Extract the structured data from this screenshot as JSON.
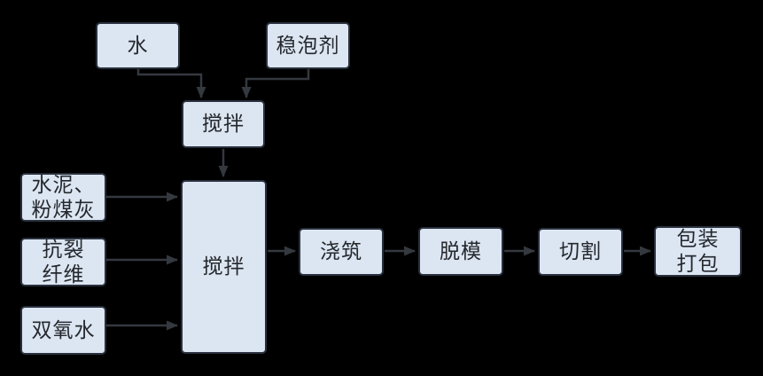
{
  "diagram": {
    "type": "flowchart",
    "background_color": "#000000",
    "node_fill_color": "#dce6f2",
    "node_border_color": "#29303d",
    "arrow_color": "#34383f",
    "text_color": "#25282d",
    "nodes": {
      "water": {
        "label": "水"
      },
      "foam_stabilizer": {
        "label": "稳泡剂"
      },
      "premix": {
        "label": "搅拌"
      },
      "main_mix": {
        "label": "搅拌"
      },
      "cement_flyash": {
        "label": "水泥、\n粉煤灰"
      },
      "anticrack_fiber": {
        "label": "抗裂\n纤维"
      },
      "hydrogen_peroxide": {
        "label": "双氧水"
      },
      "pouring": {
        "label": "浇筑"
      },
      "demolding": {
        "label": "脱模"
      },
      "cutting": {
        "label": "切割"
      },
      "packing": {
        "label": "包装\n打包"
      }
    },
    "edges": [
      {
        "from": "water",
        "to": "premix"
      },
      {
        "from": "foam_stabilizer",
        "to": "premix"
      },
      {
        "from": "premix",
        "to": "main_mix"
      },
      {
        "from": "cement_flyash",
        "to": "main_mix"
      },
      {
        "from": "anticrack_fiber",
        "to": "main_mix"
      },
      {
        "from": "hydrogen_peroxide",
        "to": "main_mix"
      },
      {
        "from": "main_mix",
        "to": "pouring"
      },
      {
        "from": "pouring",
        "to": "demolding"
      },
      {
        "from": "demolding",
        "to": "cutting"
      },
      {
        "from": "cutting",
        "to": "packing"
      }
    ]
  }
}
